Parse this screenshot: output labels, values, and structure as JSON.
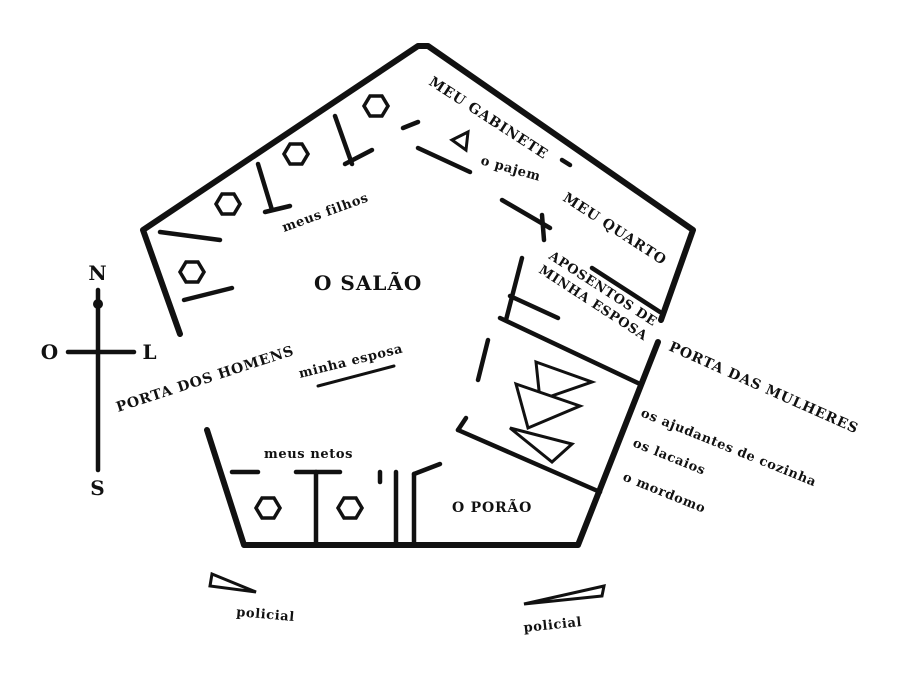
{
  "rooms": {
    "salao": "O SALÃO",
    "gabinete": "MEU GABINETE",
    "quarto": "MEU QUARTO",
    "aposentos_line1": "APOSENTOS DE",
    "aposentos_line2": "MINHA ESPOSA",
    "porao": "O PORÃO"
  },
  "doors": {
    "homens": "PORTA DOS HOMENS",
    "mulheres": "PORTA DAS MULHERES"
  },
  "people": {
    "filhos": "meus filhos",
    "netos": "meus netos",
    "esposa": "minha esposa",
    "pajem": "o pajem",
    "ajudantes": "os ajudantes de cozinha",
    "lacaios": "os lacaios",
    "mordomo": "o mordomo",
    "policial_left": "policial",
    "policial_right": "policial"
  },
  "compass": {
    "north": "N",
    "south": "S",
    "west": "O",
    "east": "L"
  }
}
